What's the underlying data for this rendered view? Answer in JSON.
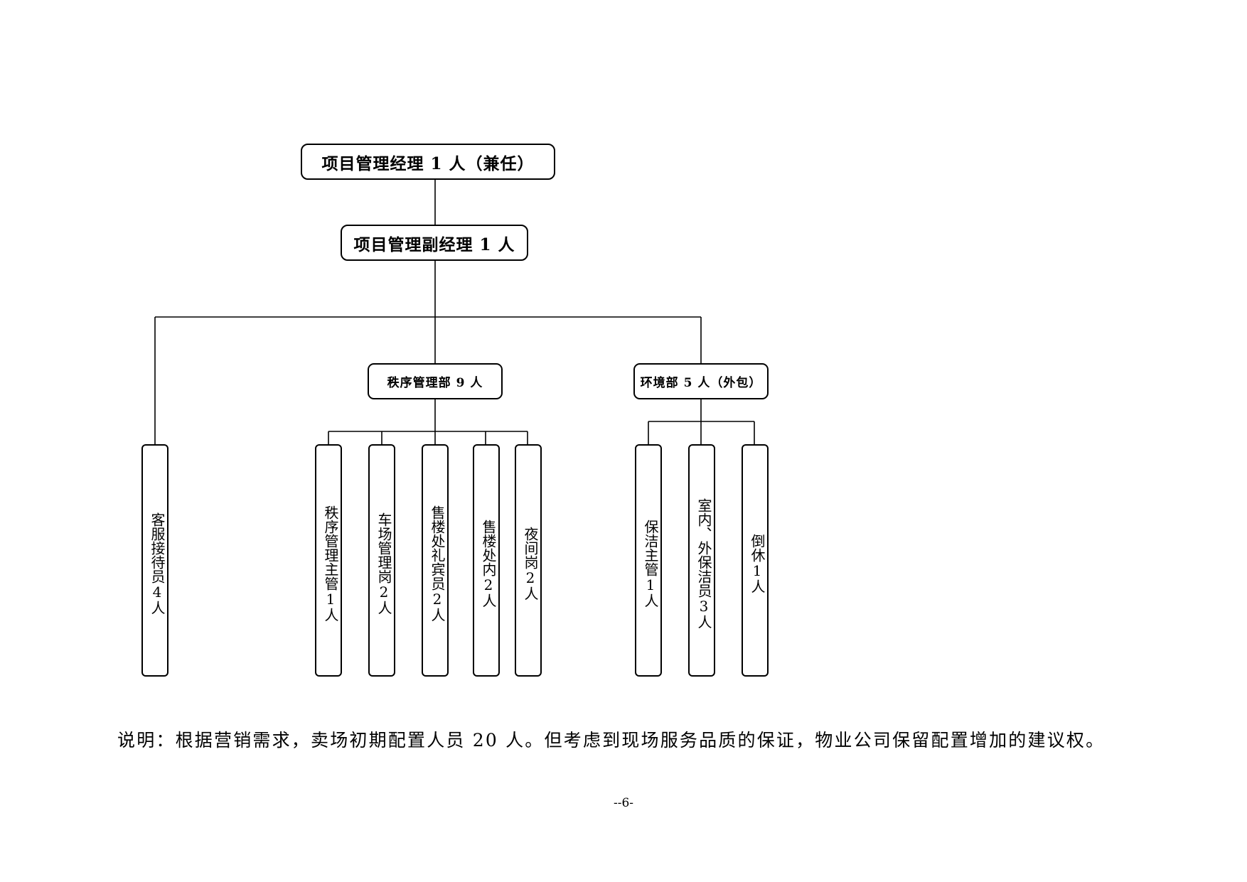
{
  "org_chart": {
    "manager": "项目管理经理 1 人（兼任）",
    "deputy": "项目管理副经理 1 人",
    "departments": {
      "security": "秩序管理部 9 人",
      "environment": "环境部 5 人（外包）"
    },
    "positions": {
      "customer_service": "客服接待员4人",
      "security_supervisor": "秩序管理主管1人",
      "parking_guard": "车场管理岗2人",
      "sales_greeter": "售楼处礼宾员2人",
      "sales_inside": "售楼处内2人",
      "night_guard": "夜间岗2人",
      "cleaning_supervisor": "保洁主管1人",
      "indoor_outdoor_cleaner": "室内、外保洁员3人",
      "rotation_rest": "倒休1人"
    }
  },
  "note": "说明：根据营销需求，卖场初期配置人员 20 人。但考虑到现场服务品质的保证，物业公司保留配置增加的建议权。",
  "page_number": "--6-"
}
